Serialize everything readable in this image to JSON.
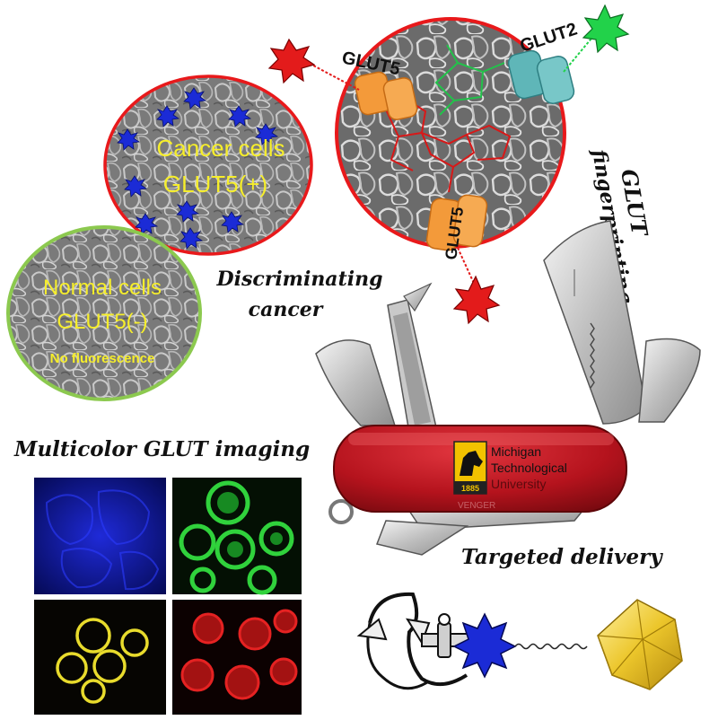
{
  "labels": {
    "cancer_cells_line1": "Cancer cells",
    "cancer_cells_line2": "GLUT5(+)",
    "normal_cells_line1": "Normal cells",
    "normal_cells_line2": "GLUT5(-)",
    "normal_cells_line3": "No fluorescence",
    "discriminating_line1": "Discriminating",
    "discriminating_line2": "cancer",
    "glut_fp_line1": "GLUT",
    "glut_fp_line2": "fingerprinting",
    "multicolor": "Multicolor GLUT imaging",
    "targeted": "Targeted delivery",
    "transporter_glut5_top": "GLUT5",
    "transporter_glut2": "GLUT2",
    "transporter_glut5_bottom": "GLUT5",
    "logo_line1": "Michigan",
    "logo_line2": "Technological",
    "logo_line3": "University",
    "logo_year": "1885",
    "knife_stamp": "VENGER"
  },
  "colors": {
    "cancer_ring": "#e8191b",
    "normal_ring": "#8cc94f",
    "label_yellow": "#f6ee2b",
    "transporter_orange": "#f39a3a",
    "transporter_teal": "#5fb6b8",
    "knife_red": "#b5131d",
    "star_red": "#e31b1b",
    "star_green": "#22d24a",
    "star_blue": "#1b2bd6",
    "gold": "#ecc62b"
  },
  "icons": {
    "knife": "swiss-army-knife-icon",
    "anchor": "anchor-icon",
    "nanoparticle": "icosahedron-nanoparticle-icon",
    "fluorophore": "star-burst-icon"
  }
}
